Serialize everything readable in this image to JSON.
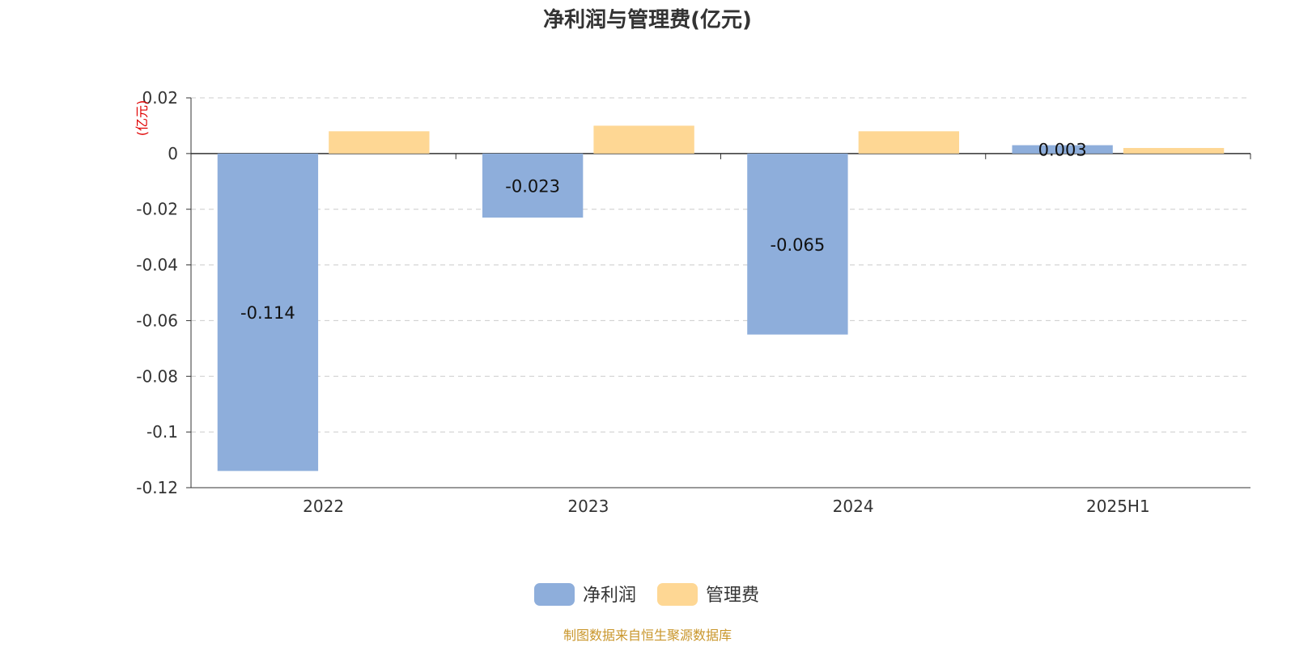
{
  "chart_data": {
    "type": "bar",
    "title": "净利润与管理费(亿元)",
    "ylabel": "(亿元)",
    "categories": [
      "2022",
      "2023",
      "2024",
      "2025H1"
    ],
    "series": [
      {
        "name": "净利润",
        "values": [
          -0.114,
          -0.023,
          -0.065,
          0.003
        ],
        "labels": [
          "-0.114",
          "-0.023",
          "-0.065",
          "0.003"
        ]
      },
      {
        "name": "管理费",
        "values": [
          0.008,
          0.01,
          0.008,
          0.002
        ]
      }
    ],
    "ylim": [
      -0.12,
      0.02
    ],
    "yticks": [
      0.02,
      0,
      -0.02,
      -0.04,
      -0.06,
      -0.08,
      -0.1,
      -0.12
    ],
    "ytick_labels": [
      "0.02",
      "0",
      "-0.02",
      "-0.04",
      "-0.06",
      "-0.08",
      "-0.1",
      "-0.12"
    ],
    "grid": true,
    "legend_position": "bottom-center",
    "source": "制图数据来自恒生聚源数据库"
  },
  "colors": {
    "net_profit": "#8eaedb",
    "mgmt_fee": "#fed794",
    "grid": "#cccccc",
    "axis": "#333333",
    "unit_label": "#e00000",
    "source_text": "#c9962b"
  }
}
